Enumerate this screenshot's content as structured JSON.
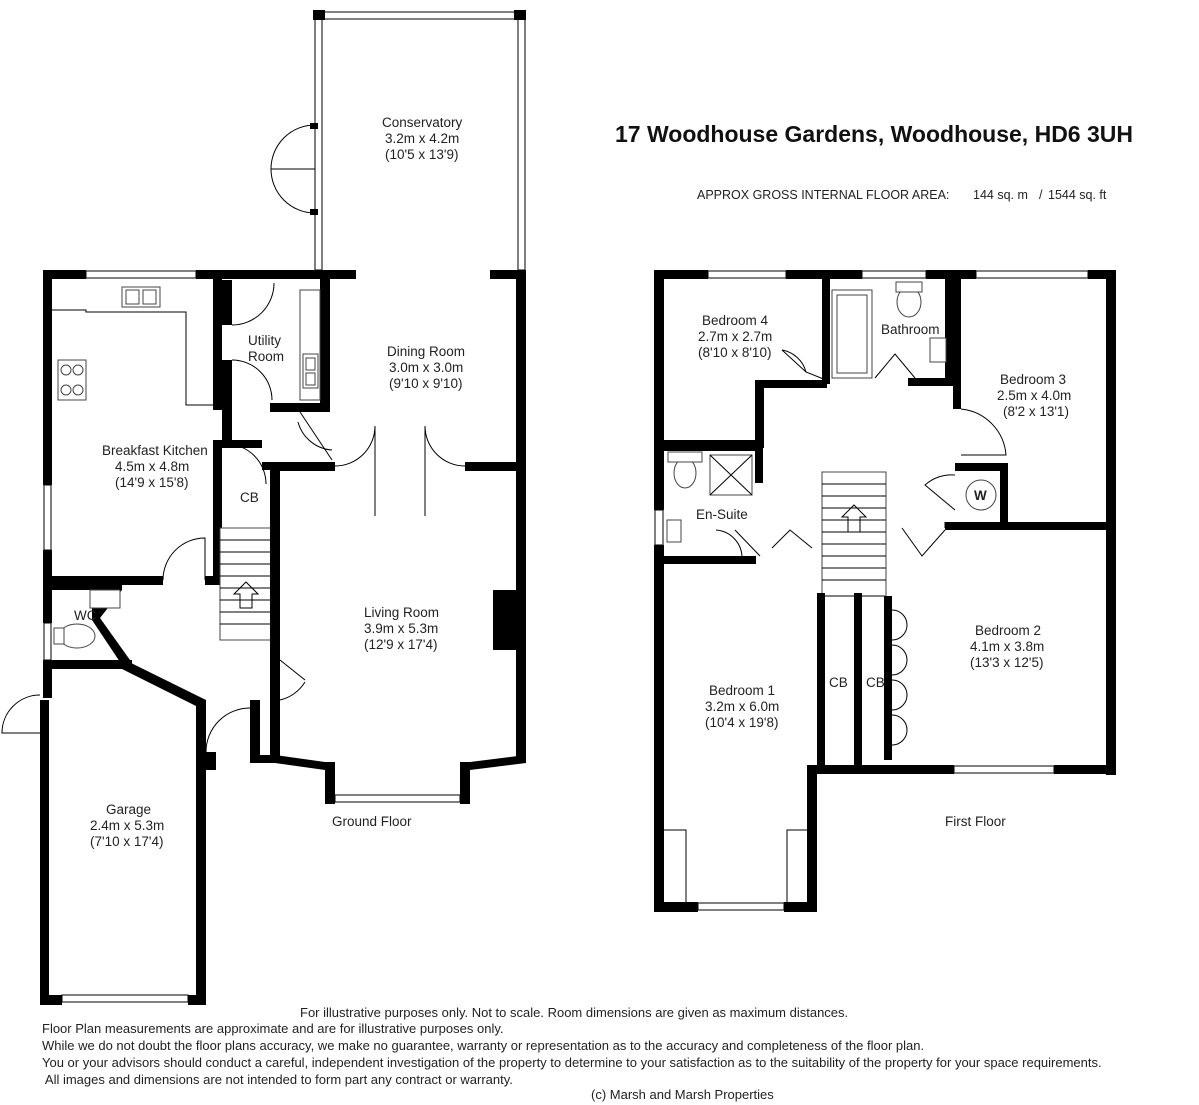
{
  "title": "17 Woodhouse Gardens, Woodhouse, HD6 3UH",
  "area_label": "APPROX GROSS INTERNAL FLOOR AREA:",
  "area_metric": "144 sq. m",
  "area_separator": "/",
  "area_imperial": "1544 sq. ft",
  "ground_floor": {
    "caption": "Ground Floor",
    "rooms": [
      {
        "name": "Conservatory",
        "metric": "3.2m x 4.2m",
        "imperial": "(10'5 x 13'9)"
      },
      {
        "name": "Dining Room",
        "metric": "3.0m x 3.0m",
        "imperial": "(9'10 x 9'10)"
      },
      {
        "name": "Utility",
        "name2": "Room"
      },
      {
        "name": "Breakfast Kitchen",
        "metric": "4.5m x 4.8m",
        "imperial": "(14'9 x 15'8)"
      },
      {
        "name": "CB"
      },
      {
        "name": "WC"
      },
      {
        "name": "Living Room",
        "metric": "3.9m x 5.3m",
        "imperial": "(12'9 x 17'4)"
      },
      {
        "name": "Garage",
        "metric": "2.4m x 5.3m",
        "imperial": "(7'10 x 17'4)"
      }
    ]
  },
  "first_floor": {
    "caption": "First Floor",
    "rooms": [
      {
        "name": "Bedroom 4",
        "metric": "2.7m x 2.7m",
        "imperial": "(8'10 x 8'10)"
      },
      {
        "name": "Bathroom"
      },
      {
        "name": "Bedroom 3",
        "metric": "2.5m x 4.0m",
        "imperial": "(8'2 x 13'1)"
      },
      {
        "name": "En-Suite"
      },
      {
        "name": "Bedroom 1",
        "metric": "3.2m x 6.0m",
        "imperial": "(10'4 x 19'8)"
      },
      {
        "name": "CB"
      },
      {
        "name": "CB"
      },
      {
        "name": "Bedroom 2",
        "metric": "4.1m x 3.8m",
        "imperial": "(13'3 x 12'5)"
      }
    ],
    "boiler_symbol": "W"
  },
  "disclaimer": [
    "For illustrative purposes only.  Not to scale.  Room dimensions are given as maximum distances.",
    "Floor Plan measurements are approximate and are for illustrative purposes only.",
    "While we do not doubt the floor plans accuracy, we make no guarantee, warranty or representation as to the accuracy and completeness of the floor plan.",
    "You or your advisors should conduct a careful, independent investigation of the property to determine to your satisfaction as to the suitability of the property for your space requirements.",
    " All images and dimensions are not intended to form part any contract or warranty."
  ],
  "copyright": "(c) Marsh and Marsh Properties",
  "colors": {
    "wall": "#000000",
    "background": "#ffffff",
    "text": "#222222"
  }
}
